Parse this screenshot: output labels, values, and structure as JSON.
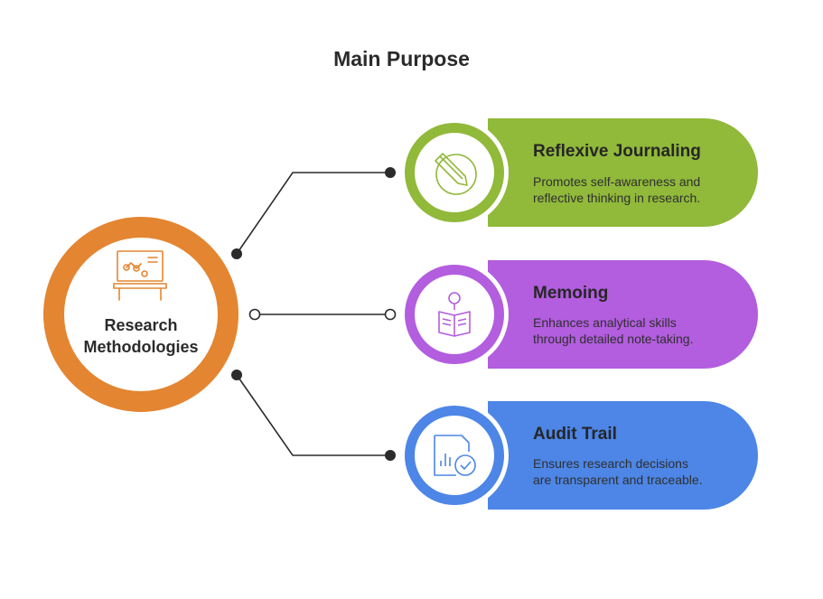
{
  "title": "Main Purpose",
  "center": {
    "label_line1": "Research",
    "label_line2": "Methodologies",
    "icon": "research-desk-icon"
  },
  "colors": {
    "center": "#e48532",
    "journaling": "#91b93a",
    "memoing": "#b35ddf",
    "audit": "#4d86e6",
    "line": "#2b2b2b"
  },
  "items": [
    {
      "title": "Reflexive Journaling",
      "desc_line1": "Promotes self-awareness and",
      "desc_line2": "reflective thinking in research.",
      "icon": "pencil-icon"
    },
    {
      "title": "Memoing",
      "desc_line1": "Enhances analytical skills",
      "desc_line2": "through detailed note-taking.",
      "icon": "reading-person-icon"
    },
    {
      "title": "Audit Trail",
      "desc_line1": "Ensures research decisions",
      "desc_line2": "are transparent and traceable.",
      "icon": "verified-document-icon"
    }
  ]
}
